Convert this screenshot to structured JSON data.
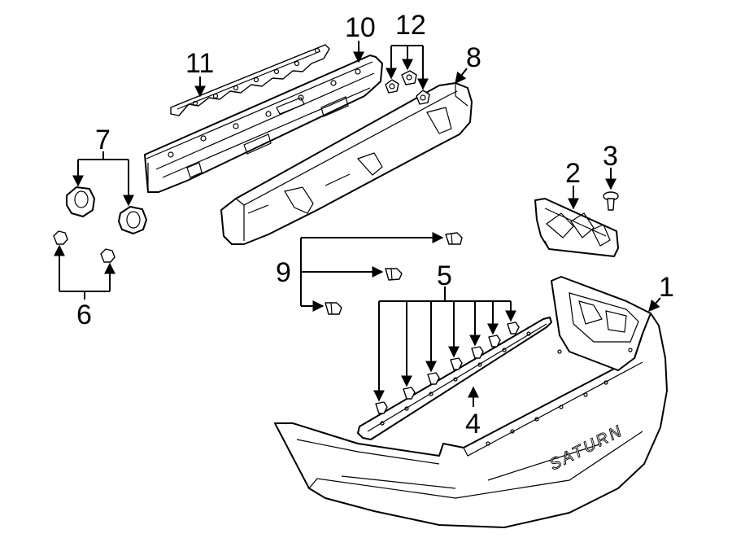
{
  "callouts": {
    "c1": "1",
    "c2": "2",
    "c3": "3",
    "c4": "4",
    "c5": "5",
    "c6": "6",
    "c7": "7",
    "c8": "8",
    "c9": "9",
    "c10": "10",
    "c11": "11",
    "c12": "12"
  },
  "bumper_wordmark": "SATURN",
  "colors": {
    "line": "#000000",
    "background": "#ffffff"
  }
}
